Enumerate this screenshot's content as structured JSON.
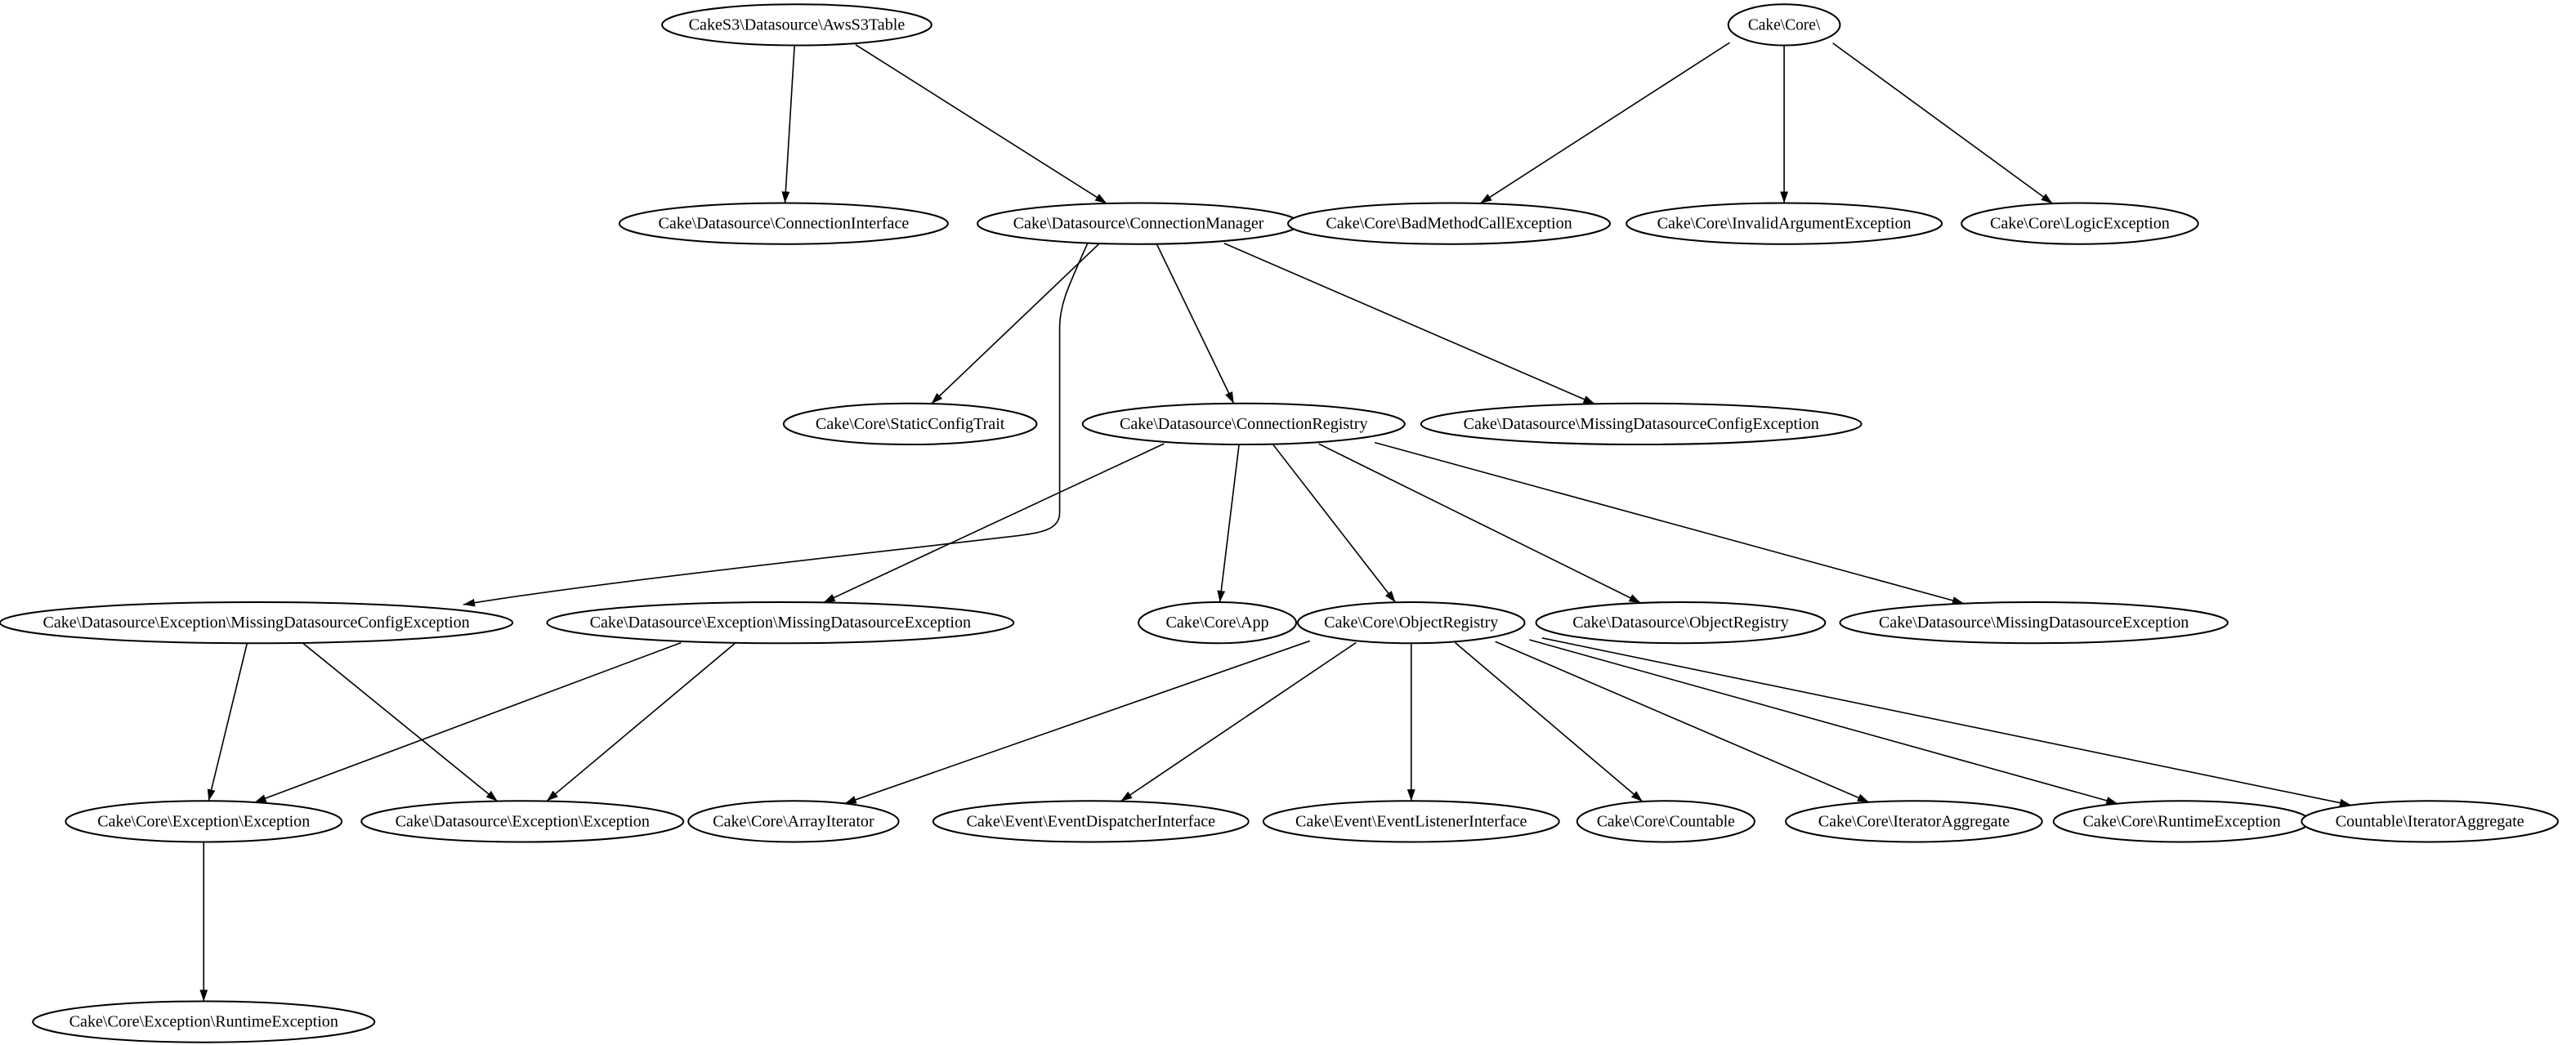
{
  "graph": {
    "nodes": [
      {
        "id": "n0",
        "label": "CakeS3\\Datasource\\AwsS3Table"
      },
      {
        "id": "n1",
        "label": "Cake\\Core\\"
      },
      {
        "id": "n2",
        "label": "Cake\\Datasource\\ConnectionInterface"
      },
      {
        "id": "n3",
        "label": "Cake\\Datasource\\ConnectionManager"
      },
      {
        "id": "n4",
        "label": "Cake\\Core\\BadMethodCallException"
      },
      {
        "id": "n5",
        "label": "Cake\\Core\\InvalidArgumentException"
      },
      {
        "id": "n6",
        "label": "Cake\\Core\\LogicException"
      },
      {
        "id": "n7",
        "label": "Cake\\Core\\StaticConfigTrait"
      },
      {
        "id": "n8",
        "label": "Cake\\Datasource\\ConnectionRegistry"
      },
      {
        "id": "n9",
        "label": "Cake\\Datasource\\MissingDatasourceConfigException"
      },
      {
        "id": "n10",
        "label": "Cake\\Datasource\\Exception\\MissingDatasourceConfigException"
      },
      {
        "id": "n11",
        "label": "Cake\\Datasource\\Exception\\MissingDatasourceException"
      },
      {
        "id": "n12",
        "label": "Cake\\Core\\App"
      },
      {
        "id": "n13",
        "label": "Cake\\Core\\ObjectRegistry"
      },
      {
        "id": "n14",
        "label": "Cake\\Datasource\\ObjectRegistry"
      },
      {
        "id": "n15",
        "label": "Cake\\Datasource\\MissingDatasourceException"
      },
      {
        "id": "n16",
        "label": "Cake\\Core\\Exception\\Exception"
      },
      {
        "id": "n17",
        "label": "Cake\\Datasource\\Exception\\Exception"
      },
      {
        "id": "n18",
        "label": "Cake\\Core\\ArrayIterator"
      },
      {
        "id": "n19",
        "label": "Cake\\Event\\EventDispatcherInterface"
      },
      {
        "id": "n20",
        "label": "Cake\\Event\\EventListenerInterface"
      },
      {
        "id": "n21",
        "label": "Cake\\Core\\Countable"
      },
      {
        "id": "n22",
        "label": "Cake\\Core\\IteratorAggregate"
      },
      {
        "id": "n23",
        "label": "Cake\\Core\\RuntimeException"
      },
      {
        "id": "n24",
        "label": "Countable\\IteratorAggregate"
      },
      {
        "id": "n25",
        "label": "Cake\\Core\\Exception\\RuntimeException"
      }
    ],
    "edges": [
      [
        "n0",
        "n2"
      ],
      [
        "n0",
        "n3"
      ],
      [
        "n1",
        "n4"
      ],
      [
        "n1",
        "n5"
      ],
      [
        "n1",
        "n6"
      ],
      [
        "n3",
        "n7"
      ],
      [
        "n3",
        "n8"
      ],
      [
        "n3",
        "n9"
      ],
      [
        "n3",
        "n10"
      ],
      [
        "n8",
        "n11"
      ],
      [
        "n8",
        "n12"
      ],
      [
        "n8",
        "n13"
      ],
      [
        "n8",
        "n14"
      ],
      [
        "n8",
        "n15"
      ],
      [
        "n10",
        "n16"
      ],
      [
        "n10",
        "n17"
      ],
      [
        "n11",
        "n16"
      ],
      [
        "n11",
        "n17"
      ],
      [
        "n13",
        "n18"
      ],
      [
        "n13",
        "n19"
      ],
      [
        "n13",
        "n20"
      ],
      [
        "n13",
        "n21"
      ],
      [
        "n13",
        "n22"
      ],
      [
        "n13",
        "n23"
      ],
      [
        "n13",
        "n24"
      ],
      [
        "n16",
        "n25"
      ]
    ]
  }
}
